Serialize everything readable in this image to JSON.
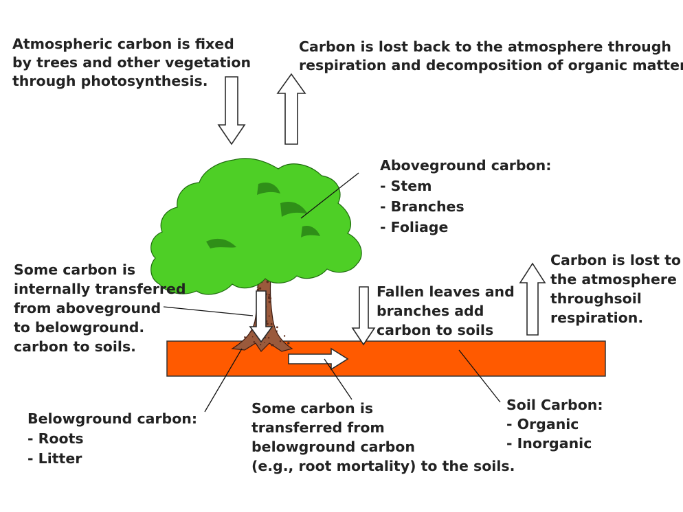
{
  "colors": {
    "soil": "#ff5a00",
    "soil_outline": "#333333",
    "foliage": "#4ecf26",
    "foliage_dark": "#2f8f18",
    "trunk": "#9a5a3c",
    "trunk_speckle": "#5b2b1b",
    "text": "#222222"
  },
  "labels": {
    "photosynthesis": [
      "Atmospheric carbon is fixed",
      "by trees and other vegetation",
      "through photosynthesis."
    ],
    "respiration_decomposition": [
      "Carbon is lost back to the atmosphere through",
      "respiration and decomposition of organic matter."
    ],
    "aboveground": [
      "Aboveground carbon:",
      "- Stem",
      "- Branches",
      "- Foliage"
    ],
    "internal_transfer": [
      "Some carbon is",
      "internally transferred",
      "from aboveground",
      "to belowground.",
      "carbon to soils."
    ],
    "fallen_leaves": [
      "Fallen leaves and",
      "branches add",
      "carbon to soils"
    ],
    "soil_respiration": [
      "Carbon is lost to",
      "the atmosphere",
      "throughsoil",
      "respiration."
    ],
    "belowground": [
      "Belowground carbon:",
      "- Roots",
      "- Litter"
    ],
    "root_transfer": [
      "Some carbon is",
      "transferred from",
      "belowground carbon",
      "(e.g., root mortality) to the soils."
    ],
    "soil_carbon": [
      "Soil Carbon:",
      "- Organic",
      "- Inorganic"
    ]
  }
}
